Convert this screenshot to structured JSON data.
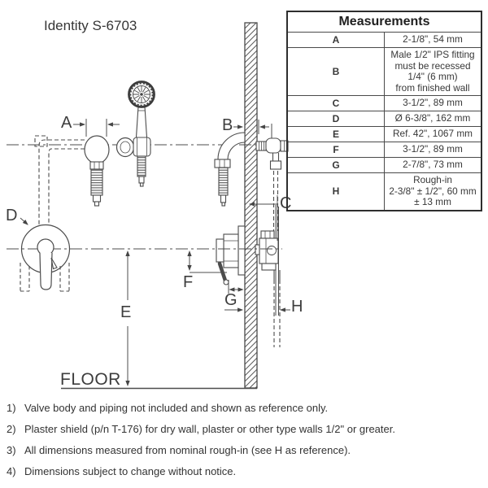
{
  "title": "Identity S-6703",
  "diagram": {
    "floor_label": "FLOOR",
    "dimension_labels": {
      "a": "A",
      "b": "B",
      "c": "C",
      "d": "D",
      "e": "E",
      "f": "F",
      "g": "G",
      "h": "H"
    }
  },
  "measurements_table": {
    "header": "Measurements",
    "rows": [
      {
        "key": "A",
        "value": "2-1/8\", 54 mm"
      },
      {
        "key": "B",
        "value": "Male 1/2\" IPS fitting\nmust be recessed 1/4\" (6 mm)\nfrom finished wall"
      },
      {
        "key": "C",
        "value": "3-1/2\", 89 mm"
      },
      {
        "key": "D",
        "value": "Ø 6-3/8\", 162 mm"
      },
      {
        "key": "E",
        "value": "Ref. 42\", 1067 mm"
      },
      {
        "key": "F",
        "value": "3-1/2\", 89 mm"
      },
      {
        "key": "G",
        "value": "2-7/8\", 73 mm"
      },
      {
        "key": "H",
        "value": "Rough-in\n2-3/8\" ± 1/2\", 60 mm ± 13 mm"
      }
    ]
  },
  "notes": [
    {
      "num": "1)",
      "text": "Valve body and piping not included and shown as reference only."
    },
    {
      "num": "2)",
      "text": "Plaster shield (p/n T-176) for dry wall, plaster or other type walls 1/2\" or greater."
    },
    {
      "num": "3)",
      "text": "All dimensions measured from nominal rough-in (see H as reference)."
    },
    {
      "num": "4)",
      "text": "Dimensions subject to change without notice."
    }
  ]
}
